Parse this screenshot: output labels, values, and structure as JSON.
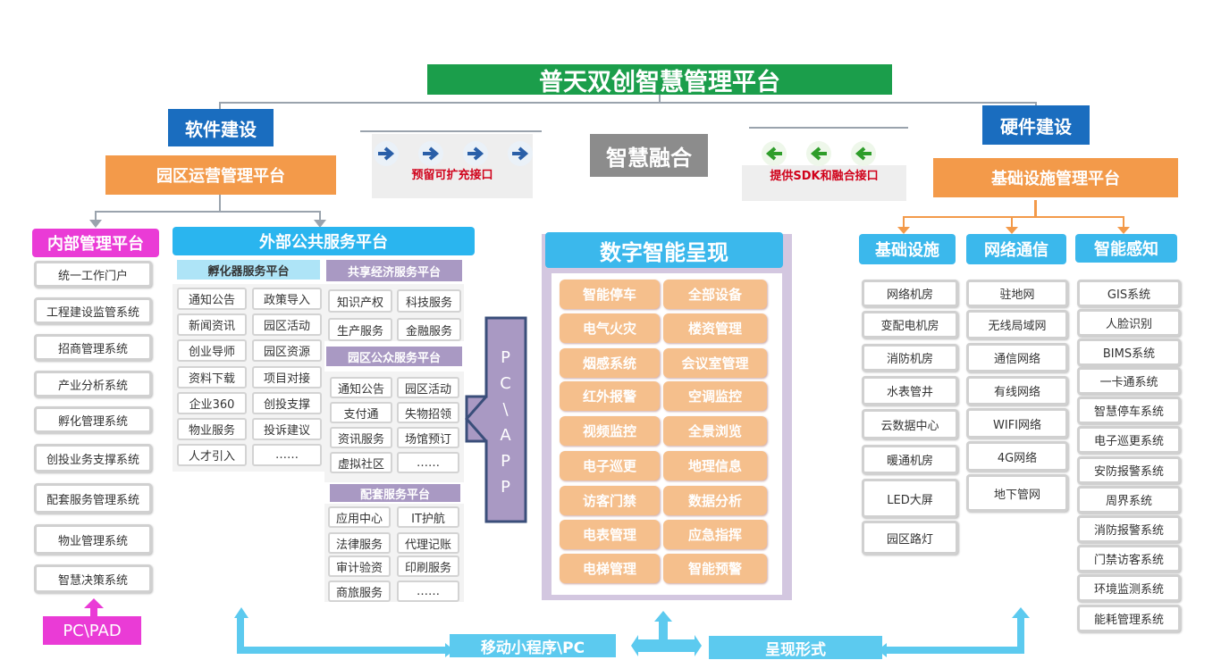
{
  "title": "普天双创智慧管理平台",
  "software": "软件建设",
  "hardware": "硬件建设",
  "fusion": "智慧融合",
  "reserve_label": "预留可扩充接口",
  "sdk_label": "提供SDK和融合接口",
  "park_ops": "园区运营管理平台",
  "infra_mgmt": "基础设施管理平台",
  "internal": {
    "title": "内部管理平台",
    "items": [
      "统一工作门户",
      "工程建设监管系统",
      "招商管理系统",
      "产业分析系统",
      "孵化管理系统",
      "创投业务支撑系统",
      "配套服务管理系统",
      "物业管理系统",
      "智慧决策系统"
    ],
    "device": "PC\\PAD"
  },
  "external": {
    "title": "外部公共服务平台",
    "incubator": {
      "title": "孵化器服务平台",
      "items": [
        [
          "通知公告",
          "政策导入"
        ],
        [
          "新闻资讯",
          "园区活动"
        ],
        [
          "创业导师",
          "园区资源"
        ],
        [
          "资料下载",
          "项目对接"
        ],
        [
          "企业360",
          "创投支撑"
        ],
        [
          "物业服务",
          "投诉建议"
        ],
        [
          "人才引入",
          "……"
        ]
      ]
    },
    "sharing": {
      "title": "共享经济服务平台",
      "items": [
        [
          "知识产权",
          "科技服务"
        ],
        [
          "生产服务",
          "金融服务"
        ]
      ]
    },
    "public": {
      "title": "园区公众服务平台",
      "items": [
        [
          "通知公告",
          "园区活动"
        ],
        [
          "支付通",
          "失物招领"
        ],
        [
          "资讯服务",
          "场馆预订"
        ],
        [
          "虚拟社区",
          "……"
        ]
      ]
    },
    "support": {
      "title": "配套服务平台",
      "items": [
        [
          "应用中心",
          "IT护航"
        ],
        [
          "法律服务",
          "代理记账"
        ],
        [
          "审计验资",
          "印刷服务"
        ],
        [
          "商旅服务",
          "……"
        ]
      ]
    },
    "pcapp": "PC\\APP"
  },
  "digital": {
    "title": "数字智能呈现",
    "items": [
      [
        "智能停车",
        "全部设备"
      ],
      [
        "电气火灾",
        "楼资管理"
      ],
      [
        "烟感系统",
        "会议室管理"
      ],
      [
        "红外报警",
        "空调监控"
      ],
      [
        "视频监控",
        "全景浏览"
      ],
      [
        "电子巡更",
        "地理信息"
      ],
      [
        "访客门禁",
        "数据分析"
      ],
      [
        "电表管理",
        "应急指挥"
      ],
      [
        "电梯管理",
        "智能预警"
      ]
    ]
  },
  "infra": {
    "title": "基础设施",
    "items": [
      "网络机房",
      "变配电机房",
      "消防机房",
      "水表管井",
      "云数据中心",
      "暖通机房",
      "LED大屏",
      "园区路灯"
    ]
  },
  "network": {
    "title": "网络通信",
    "items": [
      "驻地网",
      "无线局域网",
      "通信网络",
      "有线网络",
      "WIFI网络",
      "4G网络",
      "地下管网"
    ]
  },
  "sensing": {
    "title": "智能感知",
    "items": [
      "GIS系统",
      "人脸识别",
      "BIMS系统",
      "一卡通系统",
      "智慧停车系统",
      "电子巡更系统",
      "安防报警系统",
      "周界系统",
      "消防报警系统",
      "门禁访客系统",
      "环境监测系统",
      "能耗管理系统"
    ]
  },
  "bottom": {
    "mobile": "移动小程序\\PC",
    "present": "呈现形式"
  }
}
